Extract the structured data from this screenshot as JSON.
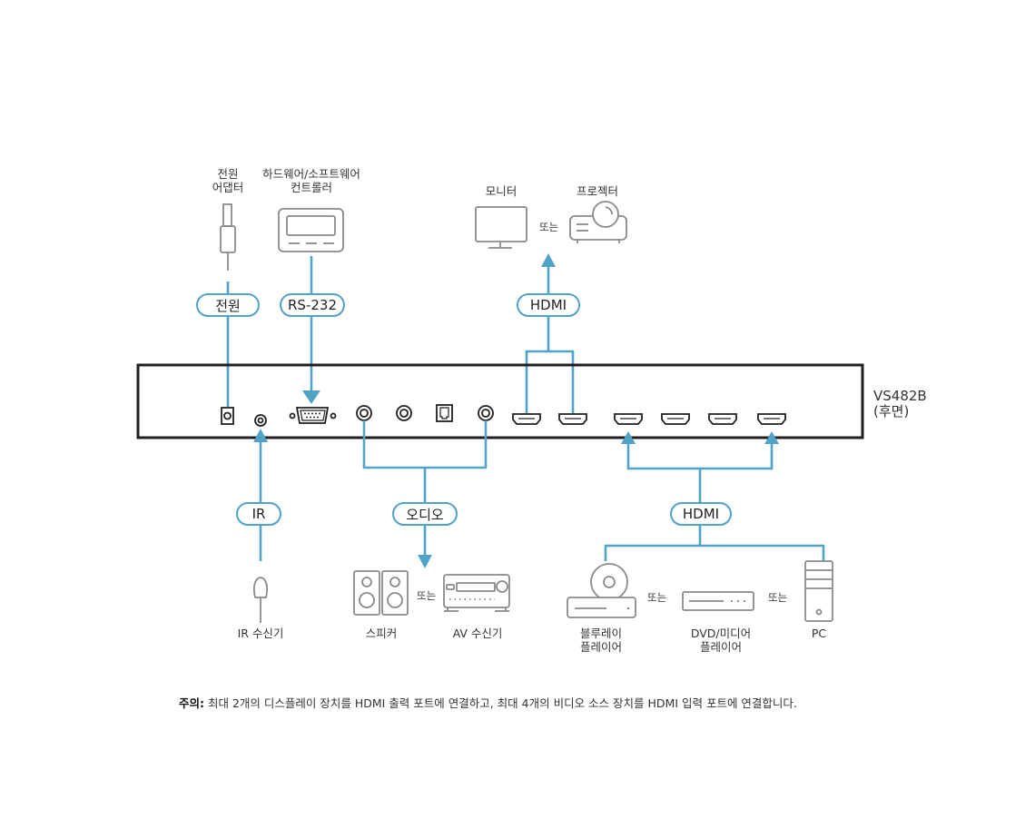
{
  "colors": {
    "connector": "#4fa3c7",
    "device_outline": "#8a8a8a",
    "panel_outline": "#231f20",
    "text": "#333333"
  },
  "device": {
    "model": "VS482B",
    "view": "(후면)"
  },
  "top_devices": {
    "power_adapter": {
      "line1": "전원",
      "line2": "어댑터",
      "icon": "power-plug-icon"
    },
    "controller": {
      "line1": "하드웨어/소프트웨어",
      "line2": "컨트롤러",
      "icon": "controller-icon"
    },
    "monitor": {
      "label": "모니터",
      "icon": "monitor-icon"
    },
    "projector": {
      "label": "프로젝터",
      "icon": "projector-icon"
    },
    "or_text": "또는"
  },
  "connectors": {
    "power": "전원",
    "rs232": "RS-232",
    "hdmi_out": "HDMI",
    "ir": "IR",
    "audio": "오디오",
    "hdmi_in": "HDMI"
  },
  "bottom_devices": {
    "ir_receiver": {
      "label": "IR 수신기",
      "icon": "ir-receiver-icon"
    },
    "speakers": {
      "label": "스피커",
      "icon": "speakers-icon"
    },
    "av_receiver": {
      "label": "AV 수신기",
      "icon": "av-receiver-icon"
    },
    "bluray": {
      "line1": "블루레이",
      "line2": "플레이어",
      "icon": "bluray-player-icon"
    },
    "dvd": {
      "line1": "DVD/미디어",
      "line2": "플레이어",
      "icon": "dvd-player-icon"
    },
    "pc": {
      "label": "PC",
      "icon": "pc-tower-icon"
    },
    "or_text": "또는"
  },
  "rear_panel_ports": [
    "power-jack",
    "ir-port",
    "rs232-port",
    "audio-jack-1",
    "audio-jack-2",
    "optical-port",
    "audio-jack-3",
    "hdmi-out-1",
    "hdmi-out-2",
    "hdmi-in-1",
    "hdmi-in-2",
    "hdmi-in-3",
    "hdmi-in-4"
  ],
  "note": {
    "prefix": "주의:",
    "text": " 최대 2개의 디스플레이 장치를 HDMI 출력 포트에 연결하고, 최대 4개의 비디오 소스 장치를 HDMI 입력 포트에 연결합니다."
  }
}
